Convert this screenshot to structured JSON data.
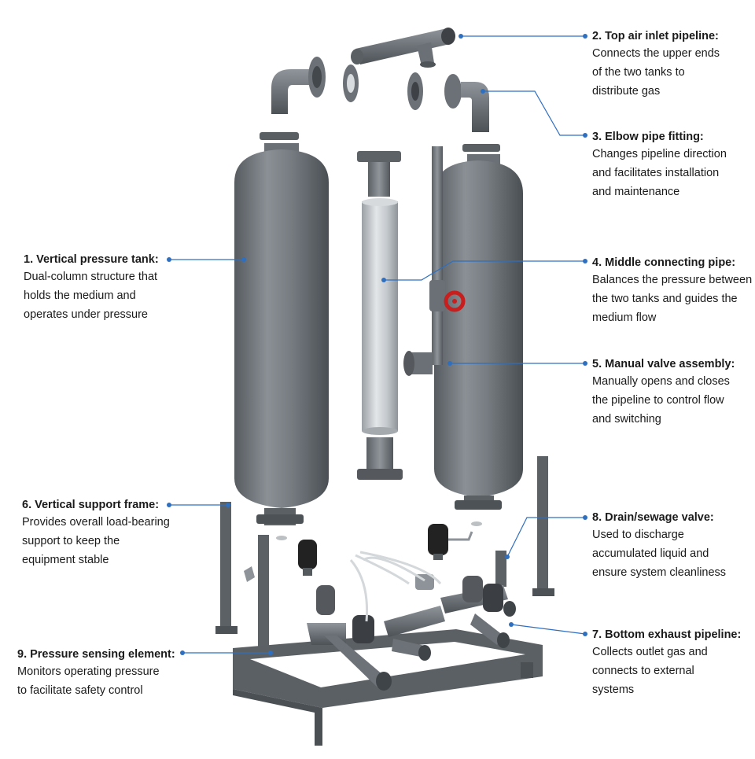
{
  "labels": [
    {
      "id": "1",
      "title": "1. Vertical pressure tank:",
      "lines": [
        "Dual-column structure that",
        "holds the medium and",
        "operates under pressure"
      ]
    },
    {
      "id": "2",
      "title": "2. Top air inlet pipeline:",
      "lines": [
        "Connects the upper ends",
        "of the two tanks to",
        "distribute gas"
      ]
    },
    {
      "id": "3",
      "title": "3. Elbow pipe fitting:",
      "lines": [
        "Changes pipeline direction",
        "and facilitates installation",
        "and maintenance"
      ]
    },
    {
      "id": "4",
      "title": "4. Middle connecting pipe:",
      "lines": [
        "Balances the pressure between",
        "the two tanks and guides the",
        "medium flow"
      ]
    },
    {
      "id": "5",
      "title": "5. Manual valve assembly:",
      "lines": [
        "Manually opens and closes",
        "the pipeline to control flow",
        "and switching"
      ]
    },
    {
      "id": "6",
      "title": "6. Vertical support frame:",
      "lines": [
        "Provides overall load-bearing",
        "support to keep the",
        "equipment stable"
      ]
    },
    {
      "id": "7",
      "title": "7. Bottom exhaust pipeline:",
      "lines": [
        "Collects outlet gas and",
        "connects to external",
        "systems"
      ]
    },
    {
      "id": "8",
      "title": "8. Drain/sewage valve:",
      "lines": [
        "Used to discharge",
        "accumulated liquid and",
        "ensure system cleanliness"
      ]
    },
    {
      "id": "9",
      "title": "9. Pressure sensing element:",
      "lines": [
        "Monitors operating pressure",
        "to facilitate safety control"
      ]
    }
  ],
  "colors": {
    "steel": "#6e7479",
    "steel_dark": "#4f5459",
    "steel_light": "#8d9398",
    "galvanized": "#c9ced2",
    "leader": "#2f6fc0",
    "valve_red": "#c81e1e",
    "sensor_black": "#222222"
  }
}
